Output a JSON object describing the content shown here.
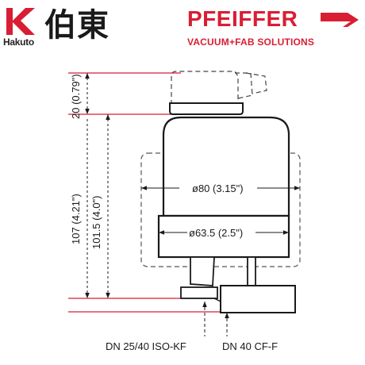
{
  "logos": {
    "hakuto": {
      "word": "Hakuto",
      "kanji": "伯東",
      "color": "#d81e34"
    },
    "pfeiffer": {
      "word": "PFEIFFER",
      "tagline": "VACUUM+FAB SOLUTIONS",
      "color": "#d81e34"
    }
  },
  "dimensions": {
    "width_outer": "ø80 (3.15\")",
    "width_inner": "ø63.5 (2.5\")",
    "height_connector": "20 (0.79\")",
    "height_total": "107 (4.21\")",
    "height_body": "101.5 (4.0\")"
  },
  "labels": {
    "flange_kf": "DN 25/40 ISO-KF",
    "flange_cf": "DN 40 CF-F"
  },
  "colors": {
    "ref_line": "#d81e34",
    "outline": "#1a1a1a",
    "hidden": "#555555"
  }
}
